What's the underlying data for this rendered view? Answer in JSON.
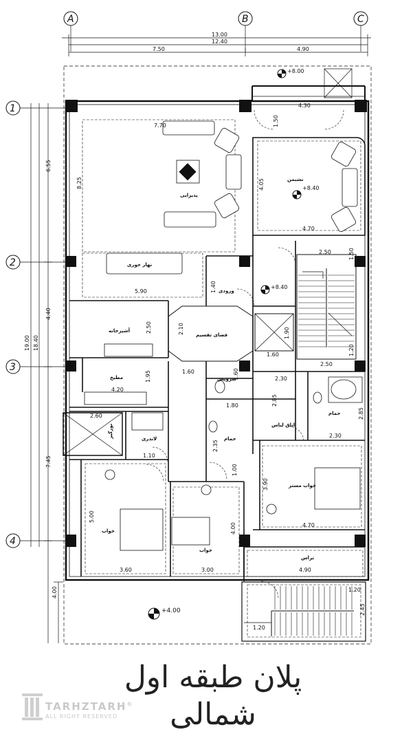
{
  "title": {
    "line1": "پلان طبقه اول",
    "line2": "شمالی"
  },
  "logo": {
    "name": "TARHZTARH",
    "mark": "©",
    "tagline": "ALL RIGHT RESERVED"
  },
  "axes": {
    "columns": [
      "A",
      "B",
      "C"
    ],
    "rows": [
      "1",
      "2",
      "3",
      "4"
    ]
  },
  "dims": {
    "top_total": "13.00",
    "top_inner": "12.40",
    "top_ab": "7.50",
    "top_bc": "4.90",
    "left_total": "19.00",
    "left_inner": "18.40",
    "left_12": "6.55",
    "left_23": "4.40",
    "left_34": "7.45",
    "left_bottom": "4.00",
    "reception_w": "7.70",
    "reception_h": "8.25",
    "hall_w": "5.90",
    "balcony_w": "4.30",
    "balcony_h": "1.50",
    "living_h": "4.05",
    "living_w": "4.70",
    "stair_top": "2.50",
    "stair_side": "1.50",
    "entry": "1.40",
    "kitchen_h": "2.50",
    "center_h": "2.10",
    "shaft_h": "1.90",
    "shaft_w": "1.60",
    "stair_bottom_w": "2.50",
    "stair_right": "1.20",
    "corr_w": "1.60",
    "wc_h": "1.60",
    "pantry_w": "4.20",
    "pantry_h": "1.95",
    "bath1_w": "2.30",
    "bath1_h": "2.85",
    "bath1_right": "2.85",
    "bath1_bottom": "2.30",
    "bath2_w": "1.80",
    "bath2_h": "2.35",
    "laundry_w": "1.10",
    "corr_h": "1.00",
    "light_w": "2.60",
    "master_h": "3.90",
    "master_w": "4.70",
    "bed1_h": "5.00",
    "bed1_w": "3.60",
    "bed2_h": "4.00",
    "bed2_w": "3.00",
    "terrace_w": "4.90",
    "stair2_top": "1.20",
    "stair2_h": "2.45",
    "stair2_left": "1.20"
  },
  "levels": {
    "top": "+8.00",
    "living": "+8.40",
    "entry": "+8.40",
    "yard": "+4.00"
  },
  "rooms": {
    "reception": "پذیرایی",
    "dining": "نهار خوری",
    "living": "نشیمن",
    "kitchen": "آشپزخانه",
    "center": "فضای تقسیم",
    "entry": "ورودی",
    "pantry": "مطبخ",
    "wc": "سرویس",
    "bath_a": "حمام",
    "bath_b": "حمام",
    "dressing": "اتاق لباس",
    "laundry": "لاندری",
    "light_well": "نورگیر",
    "master": "خواب مستر",
    "bed1": "خواب",
    "bed2": "خواب",
    "terrace": "تراس"
  }
}
